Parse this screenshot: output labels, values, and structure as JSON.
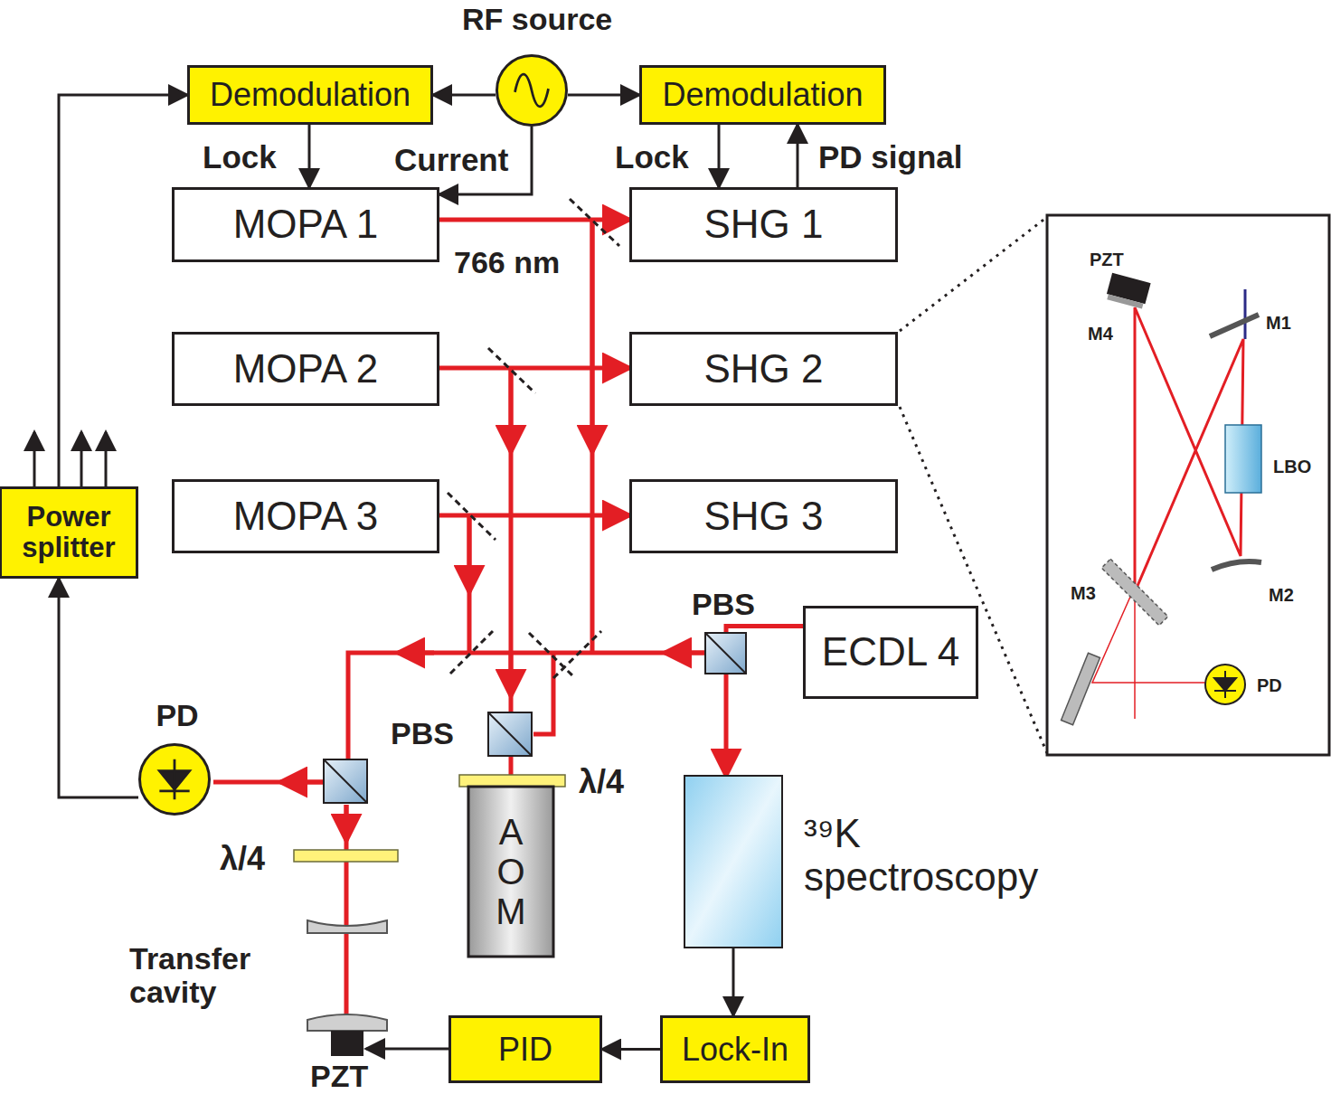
{
  "diagram": {
    "nodes": [
      {
        "text": [
          "RF source"
        ]
      },
      {
        "text": [
          "Demodulation"
        ]
      },
      {
        "text": [
          "Demodulation"
        ]
      },
      {
        "text": [
          "MOPA 1"
        ]
      },
      {
        "text": [
          "SHG 1"
        ]
      },
      {
        "text": [
          "MOPA 2"
        ]
      },
      {
        "text": [
          "SHG 2"
        ]
      },
      {
        "text": [
          "MOPA 3"
        ]
      },
      {
        "text": [
          "SHG 3"
        ]
      },
      {
        "text": [
          "Power splitter"
        ]
      },
      {
        "text": [
          "ECDL 4"
        ]
      },
      {
        "text": [
          "PD"
        ]
      },
      {
        "text": [
          "AOM"
        ]
      },
      {
        "text": [
          "³⁹K spectroscopy"
        ]
      },
      {
        "text": [
          "PID"
        ]
      },
      {
        "text": [
          "Lock-In"
        ]
      }
    ],
    "edges": [
      {
        "from": 0,
        "to": 1,
        "arrow": "to"
      },
      {
        "from": 0,
        "to": 2,
        "arrow": "to"
      },
      {
        "from": 0,
        "to": 3,
        "arrow": "to",
        "label": "Current"
      },
      {
        "from": 1,
        "to": 3,
        "arrow": "to",
        "label": "Lock"
      },
      {
        "from": 2,
        "to": 4,
        "arrow": "to",
        "label": "Lock"
      },
      {
        "from": 4,
        "to": 2,
        "arrow": "to",
        "label": "PD signal"
      },
      {
        "from": 9,
        "to": 1,
        "arrow": "to"
      },
      {
        "from": 11,
        "to": 9,
        "arrow": "to"
      },
      {
        "from": 13,
        "to": 15,
        "arrow": "to"
      },
      {
        "from": 15,
        "to": 14,
        "arrow": "to"
      },
      {
        "from": 3,
        "to": 4,
        "arrow": "to"
      },
      {
        "from": 5,
        "to": 6,
        "arrow": "to"
      },
      {
        "from": 7,
        "to": 8,
        "arrow": "to"
      },
      {
        "from": 10,
        "to": 13,
        "arrow": "to"
      }
    ],
    "labels": [
      "766 nm",
      "PBS",
      "PBS",
      "λ/4",
      "λ/4",
      "Transfer cavity",
      "PZT",
      "PZT",
      "M4",
      "M1",
      "LBO",
      "M3",
      "M2",
      "PD"
    ]
  }
}
